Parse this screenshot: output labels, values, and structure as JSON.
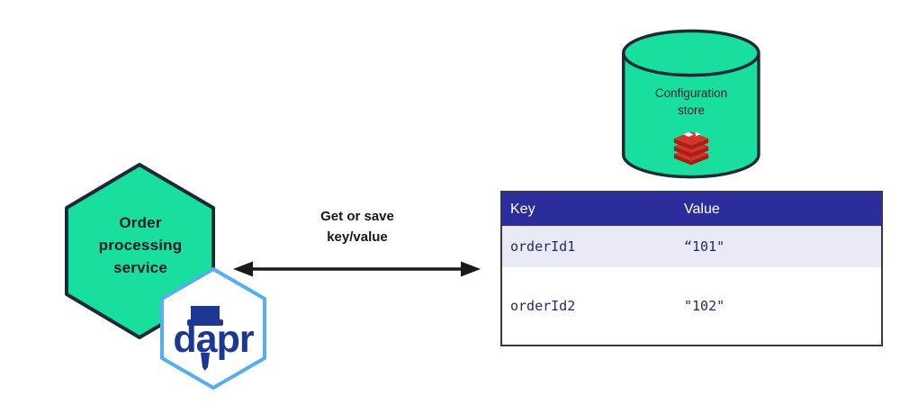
{
  "service": {
    "lines": [
      "Order",
      "processing",
      "service"
    ]
  },
  "dapr_logo": {
    "wordmark": "dapr"
  },
  "arrow": {
    "lines": [
      "Get or save",
      "key/value"
    ]
  },
  "config_store": {
    "lines": [
      "Configuration",
      "store"
    ],
    "icon": "redis-icon"
  },
  "table": {
    "headers": [
      "Key",
      "Value"
    ],
    "rows": [
      {
        "key": "orderId1",
        "value": "“101\""
      },
      {
        "key": "orderId2",
        "value": "\"102\""
      }
    ]
  },
  "colors": {
    "shape_green": "#19DF9E",
    "shape_outline": "#1B2A38",
    "table_header_bg": "#2B2D9C",
    "table_row_alt_bg": "#E9EAF6",
    "table_body_text": "#26295B",
    "dapr_blue": "#1D3795",
    "dapr_hex_border": "#54AEF0",
    "redis_red": "#D5342B",
    "redis_red_dark": "#A62019",
    "arrow_black": "#1A1A1A"
  }
}
